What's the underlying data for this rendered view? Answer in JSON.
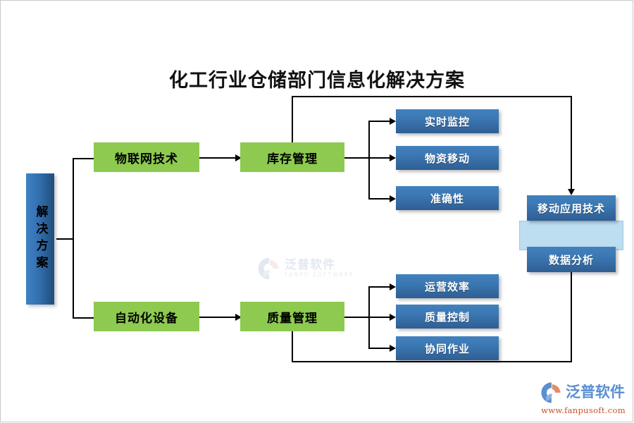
{
  "page": {
    "title": "化工行业仓储部门信息化解决方案"
  },
  "diagram": {
    "root": {
      "label": "解决方案"
    },
    "branches": [
      {
        "tech": "物联网技术",
        "domain": "库存管理"
      },
      {
        "tech": "自动化设备",
        "domain": "质量管理"
      }
    ],
    "leaves_top": [
      {
        "label": "实时监控"
      },
      {
        "label": "物资移动"
      },
      {
        "label": "准确性"
      }
    ],
    "leaves_bottom": [
      {
        "label": "运营效率"
      },
      {
        "label": "质量控制"
      },
      {
        "label": "协同作业"
      }
    ],
    "right_group": {
      "top": "移动应用技术",
      "bottom": "数据分析"
    }
  },
  "watermark": {
    "cn": "泛普软件",
    "en": "FANPU SOFTWARE"
  },
  "logo": {
    "cn": "泛普软件",
    "url": "www.fanpusoft.com"
  },
  "colors": {
    "green": "#8DCA4F",
    "blue_top": "#4281BE",
    "blue_bottom": "#2F5E93",
    "root_left": "#3E82C6",
    "root_right": "#1F4E79",
    "light_blue": "#BDDDF0",
    "logo_red": "#C8502A"
  }
}
